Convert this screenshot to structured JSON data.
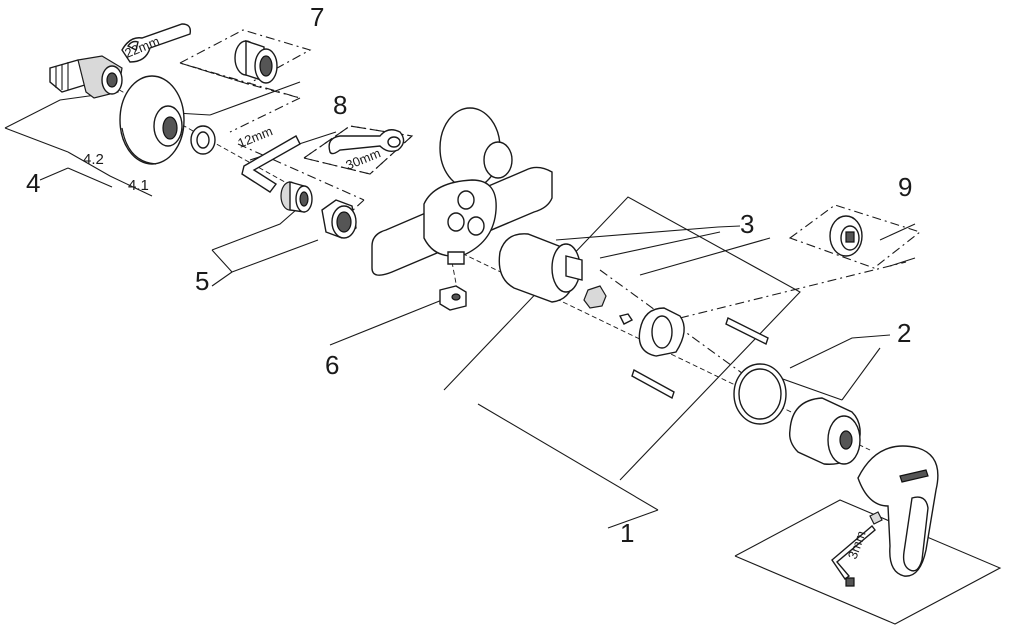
{
  "callouts": {
    "c1": "1",
    "c2": "2",
    "c3": "3",
    "c4": "4",
    "c4_1": "4.1",
    "c4_2": "4.2",
    "c5": "5",
    "c6": "6",
    "c7": "7",
    "c8": "8",
    "c9": "9"
  },
  "dimensions": {
    "wrench_22": "22mm",
    "hex_key_12": "12mm",
    "wrench_30": "30mm",
    "hex_key_3": "3mm"
  }
}
